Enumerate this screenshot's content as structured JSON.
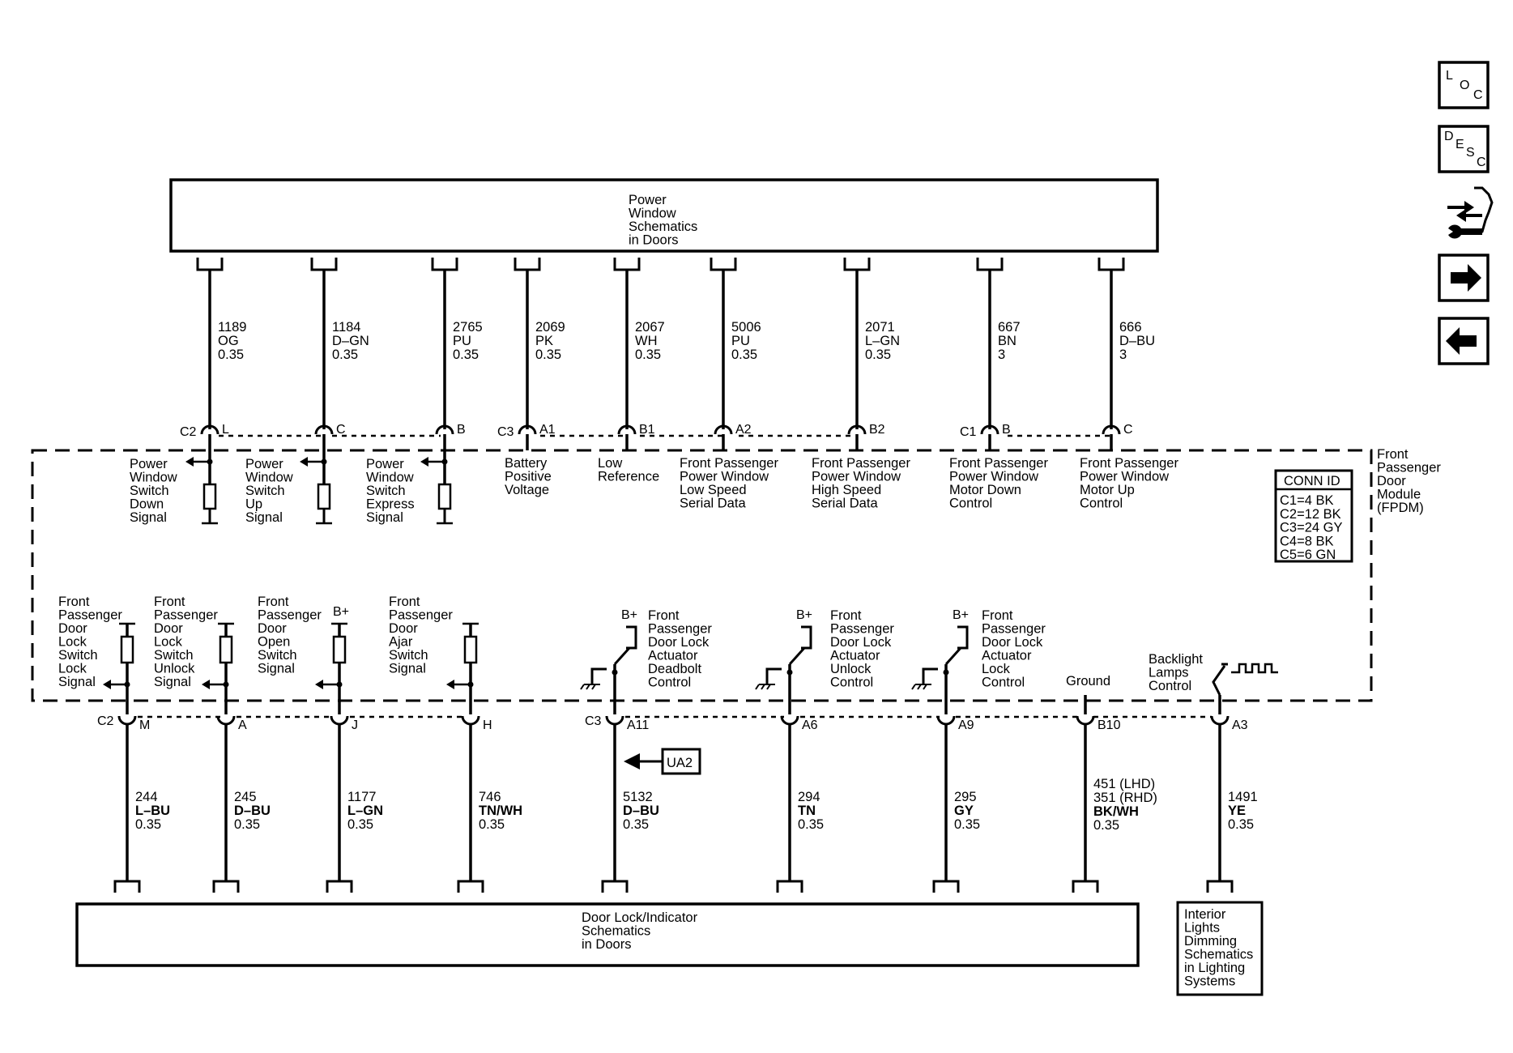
{
  "top_box": {
    "lines": [
      "Power",
      "Window",
      "Schematics",
      "in Doors"
    ]
  },
  "bottom_box": {
    "lines": [
      "Door Lock/Indicator",
      "Schematics",
      "in Doors"
    ]
  },
  "side_box": {
    "lines": [
      "Interior",
      "Lights",
      "Dimming",
      "Schematics",
      "in Lighting",
      "Systems"
    ]
  },
  "module": {
    "lines": [
      "Front",
      "Passenger",
      "Door",
      "Module",
      "(FPDM)"
    ]
  },
  "conn_id": {
    "title": "CONN ID",
    "rows": [
      "C1=4 BK",
      "C2=12 BK",
      "C3=24 GY",
      "C4=8 BK",
      "C5=6 GN"
    ]
  },
  "top_wires": [
    {
      "circuit": "1189",
      "color": "OG",
      "gauge": "0.35",
      "connector": "C2",
      "pin": "L",
      "lines": [
        "Power",
        "Window",
        "Switch",
        "Down",
        "Signal"
      ]
    },
    {
      "circuit": "1184",
      "color": "D–GN",
      "gauge": "0.35",
      "connector": "",
      "pin": "C",
      "lines": [
        "Power",
        "Window",
        "Switch",
        "Up",
        "Signal"
      ]
    },
    {
      "circuit": "2765",
      "color": "PU",
      "gauge": "0.35",
      "connector": "",
      "pin": "B",
      "lines": [
        "Power",
        "Window",
        "Switch",
        "Express",
        "Signal"
      ]
    },
    {
      "circuit": "2069",
      "color": "PK",
      "gauge": "0.35",
      "connector": "C3",
      "pin": "A1",
      "lines": [
        "Battery",
        "Positive",
        "Voltage"
      ]
    },
    {
      "circuit": "2067",
      "color": "WH",
      "gauge": "0.35",
      "connector": "",
      "pin": "B1",
      "lines": [
        "Low",
        "Reference"
      ]
    },
    {
      "circuit": "5006",
      "color": "PU",
      "gauge": "0.35",
      "connector": "",
      "pin": "A2",
      "lines": [
        "Front Passenger",
        "Power Window",
        "Low Speed",
        "Serial Data"
      ]
    },
    {
      "circuit": "2071",
      "color": "L–GN",
      "gauge": "0.35",
      "connector": "",
      "pin": "B2",
      "lines": [
        "Front Passenger",
        "Power Window",
        "High Speed",
        "Serial Data"
      ]
    },
    {
      "circuit": "667",
      "color": "BN",
      "gauge": "3",
      "connector": "C1",
      "pin": "B",
      "lines": [
        "Front Passenger",
        "Power Window",
        "Motor Down",
        "Control"
      ]
    },
    {
      "circuit": "666",
      "color": "D–BU",
      "gauge": "3",
      "connector": "",
      "pin": "C",
      "lines": [
        "Front Passenger",
        "Power Window",
        "Motor Up",
        "Control"
      ]
    }
  ],
  "bottom_wires": [
    {
      "circuit_lines": [
        "244"
      ],
      "color": "L–BU",
      "gauge": "0.35",
      "connector": "C2",
      "pin": "M",
      "lines": [
        "Front",
        "Passenger",
        "Door",
        "Lock",
        "Switch",
        "Lock",
        "Signal"
      ]
    },
    {
      "circuit_lines": [
        "245"
      ],
      "color": "D–BU",
      "gauge": "0.35",
      "connector": "",
      "pin": "A",
      "lines": [
        "Front",
        "Passenger",
        "Door",
        "Lock",
        "Switch",
        "Unlock",
        "Signal"
      ]
    },
    {
      "circuit_lines": [
        "1177"
      ],
      "color": "L–GN",
      "gauge": "0.35",
      "connector": "",
      "pin": "J",
      "lines": [
        "Front",
        "Passenger",
        "Door",
        "Open",
        "Switch",
        "Signal"
      ]
    },
    {
      "circuit_lines": [
        "746"
      ],
      "color": "TN/WH",
      "gauge": "0.35",
      "connector": "",
      "pin": "H",
      "lines": [
        "Front",
        "Passenger",
        "Door",
        "Ajar",
        "Switch",
        "Signal"
      ]
    },
    {
      "circuit_lines": [
        "5132"
      ],
      "color": "D–BU",
      "gauge": "0.35",
      "connector": "C3",
      "pin": "A11",
      "lines": [
        "Front",
        "Passenger",
        "Door Lock",
        "Actuator",
        "Deadbolt",
        "Control"
      ]
    },
    {
      "circuit_lines": [
        "294"
      ],
      "color": "TN",
      "gauge": "0.35",
      "connector": "",
      "pin": "A6",
      "lines": [
        "Front",
        "Passenger",
        "Door Lock",
        "Actuator",
        "Unlock",
        "Control"
      ]
    },
    {
      "circuit_lines": [
        "295"
      ],
      "color": "GY",
      "gauge": "0.35",
      "connector": "",
      "pin": "A9",
      "lines": [
        "Front",
        "Passenger",
        "Door Lock",
        "Actuator",
        "Lock",
        "Control"
      ]
    },
    {
      "circuit_lines": [
        "451 (LHD)",
        "351 (RHD)"
      ],
      "color": "BK/WH",
      "gauge": "0.35",
      "connector": "",
      "pin": "B10",
      "lines": [
        "Ground"
      ]
    },
    {
      "circuit_lines": [
        "1491"
      ],
      "color": "YE",
      "gauge": "0.35",
      "connector": "",
      "pin": "A3",
      "lines": [
        "Backlight",
        "Lamps",
        "Control"
      ]
    }
  ],
  "bplus_label": "B+",
  "ua2_label": "UA2",
  "nav": {
    "loc": [
      "L",
      "O",
      "C"
    ],
    "desc": [
      "D",
      "E",
      "S",
      "C"
    ],
    "icons": [
      "connector-repair-icon",
      "arrow-right-icon",
      "arrow-left-icon"
    ]
  }
}
